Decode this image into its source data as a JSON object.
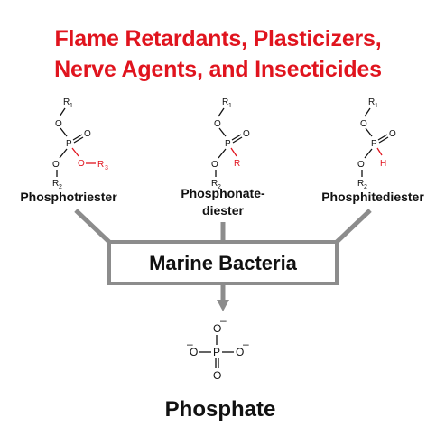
{
  "title": {
    "line1": "Flame Retardants, Plasticizers,",
    "line2": "Nerve Agents, and Insecticides"
  },
  "compounds": [
    {
      "name": "Phosphotriester",
      "atoms": {
        "r1": "R",
        "r1_sub": "1",
        "o": "O",
        "p": "P",
        "o_double": "O",
        "o_low": "O",
        "r2": "R",
        "r2_sub": "2",
        "o_red": "O",
        "r3": "R",
        "r3_sub": "3"
      }
    },
    {
      "name_line1": "Phosphonate-",
      "name_line2": "diester",
      "atoms": {
        "r1": "R",
        "r1_sub": "1",
        "o": "O",
        "p": "P",
        "o_double": "O",
        "o_low": "O",
        "r2": "R",
        "r2_sub": "2",
        "r_red": "R"
      }
    },
    {
      "name": "Phosphitediester",
      "atoms": {
        "r1": "R",
        "r1_sub": "1",
        "o": "O",
        "p": "P",
        "o_double": "O",
        "o_low": "O",
        "r2": "R",
        "r2_sub": "2",
        "h_red": "H"
      }
    }
  ],
  "box": {
    "label": "Marine Bacteria"
  },
  "phosphate": {
    "name": "Phosphate",
    "atoms": {
      "o_top": "O",
      "o_left": "O",
      "p": "P",
      "o_right": "O",
      "o_bottom": "O",
      "minus": "–"
    }
  },
  "colors": {
    "accent_red": "#e0141e",
    "connector_gray": "#8c8c8c"
  }
}
